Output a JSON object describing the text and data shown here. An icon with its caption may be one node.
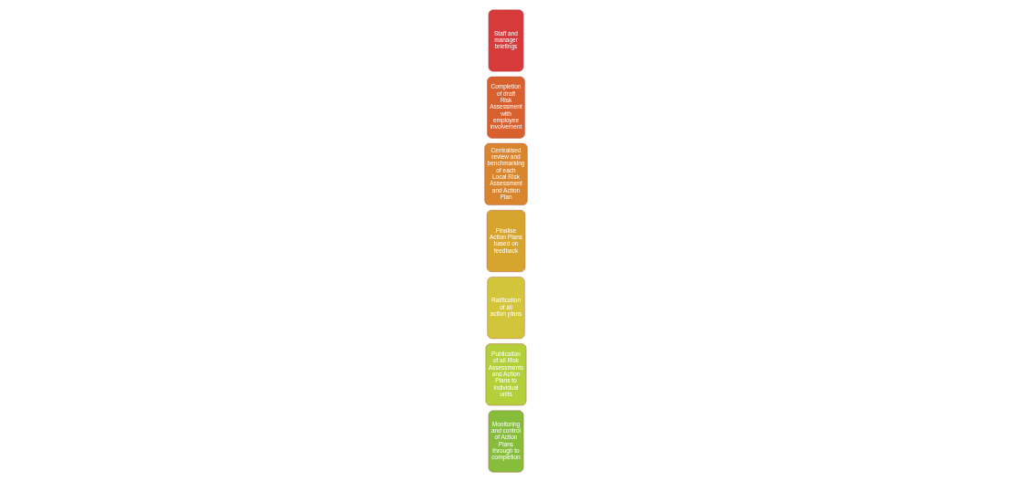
{
  "diagram": {
    "nodes": [
      {
        "text": [
          "Staff and manager briefings"
        ]
      },
      {
        "text": [
          "Completion of draft Risk Assessment with employee involvement"
        ]
      },
      {
        "text": [
          "Centralised review and benchmarking of each Local Risk Assessment and Action Plan"
        ]
      },
      {
        "text": [
          "Finalise Action Plans based on feedback"
        ]
      },
      {
        "text": [
          "Ratification of all action plans"
        ]
      },
      {
        "text": [
          "Publication of all Risk Assessments and Action Plans to individual units"
        ]
      },
      {
        "text": [
          "Monitoring and control of Action Plans through to completion"
        ]
      }
    ]
  }
}
